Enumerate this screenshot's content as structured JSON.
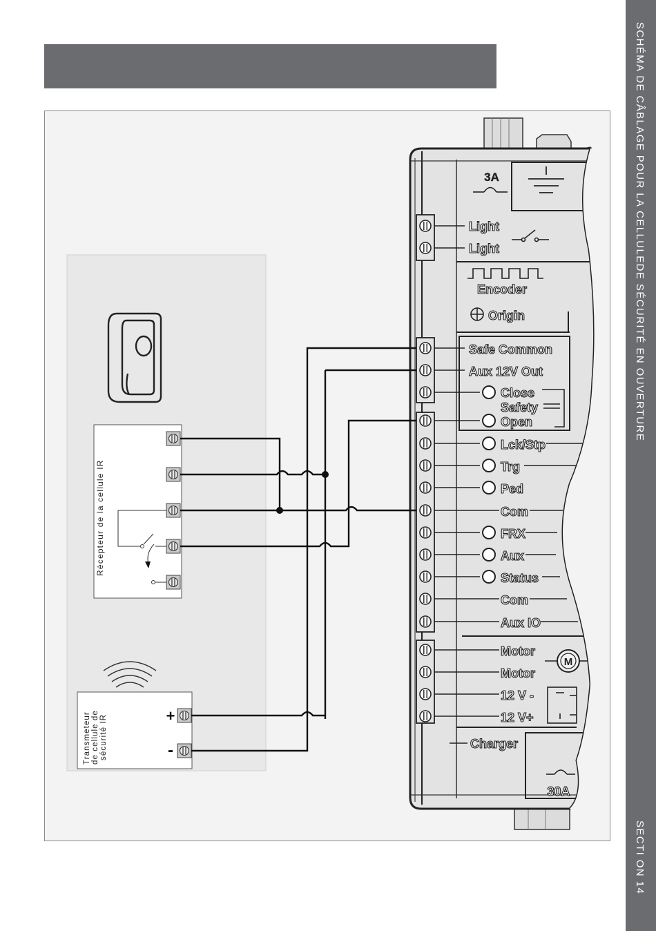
{
  "page": {
    "side_title": "SCHÉMA DE CÂBLAGE POUR LA CELLULEDE SÉCURITÉ EN OUVERTURE",
    "section_label": "SECTI ON 14"
  },
  "receiver": {
    "label": "Récepteur de la cellule IR"
  },
  "transmitter": {
    "label_lines": [
      "Transmeteur",
      "de cellule de",
      "sécurité IR"
    ],
    "plus": "+",
    "minus": "-"
  },
  "board": {
    "fuse_top": "3A",
    "light_1": "Light",
    "light_2": "Light",
    "encoder": "Encoder",
    "origin": "Origin",
    "safe_common": "Safe Common",
    "aux_12v_out": "Aux 12V Out",
    "close": "Close",
    "safety": "Safety",
    "open": "Open",
    "lck_stp": "Lck/Stp",
    "trg": "Trg",
    "ped": "Ped",
    "com_1": "Com",
    "frx": "FRX",
    "aux": "Aux",
    "status": "Status",
    "com_2": "Com",
    "aux_io": "Aux IO",
    "motor_1": "Motor",
    "motor_2": "Motor",
    "motor_symbol": "M",
    "v12_minus": "12 V -",
    "v12_plus": "12 V+",
    "charger": "Charger",
    "fuse_bottom": "30A"
  },
  "colors": {
    "header": "#6b6c6f",
    "panel": "#e8e8e8",
    "board_fill": "#e3e3e3",
    "wire": "#111111"
  }
}
